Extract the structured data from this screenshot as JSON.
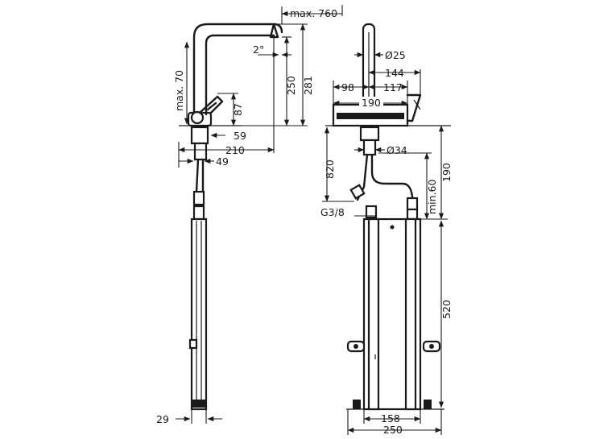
{
  "labels": {
    "max_reach": "max. 760",
    "spout_height": "250",
    "total_height": "281",
    "angle": "2°",
    "max_raise": "max. 70",
    "lever_height": "87",
    "dim_59": "59",
    "dim_210": "210",
    "dim_49": "49",
    "hose_width": "29",
    "spout_diameter": "Ø25",
    "dim_144": "144",
    "dim_98": "98",
    "dim_117": "117",
    "dim_190_h": "190",
    "base_diameter": "Ø34",
    "depth_820": "820",
    "dim_190_v": "190",
    "min_60": "min.60",
    "thread": "G3/8",
    "cabinet_520": "520",
    "dim_158": "158",
    "dim_250_bottom": "250"
  }
}
